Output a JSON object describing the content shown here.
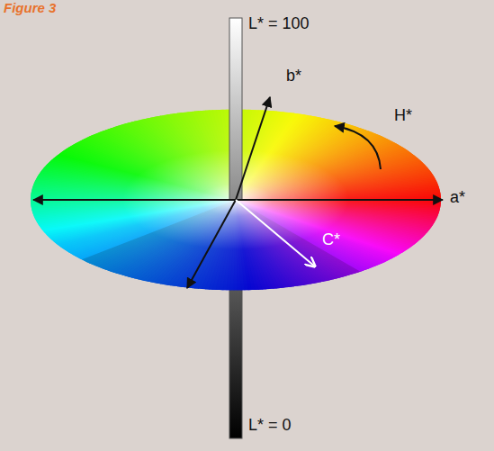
{
  "diagram": {
    "title": "Figure 3",
    "labels": [
      "L* = 100",
      "b*",
      "H*",
      "a*",
      "C*",
      "L* = 0"
    ]
  }
}
